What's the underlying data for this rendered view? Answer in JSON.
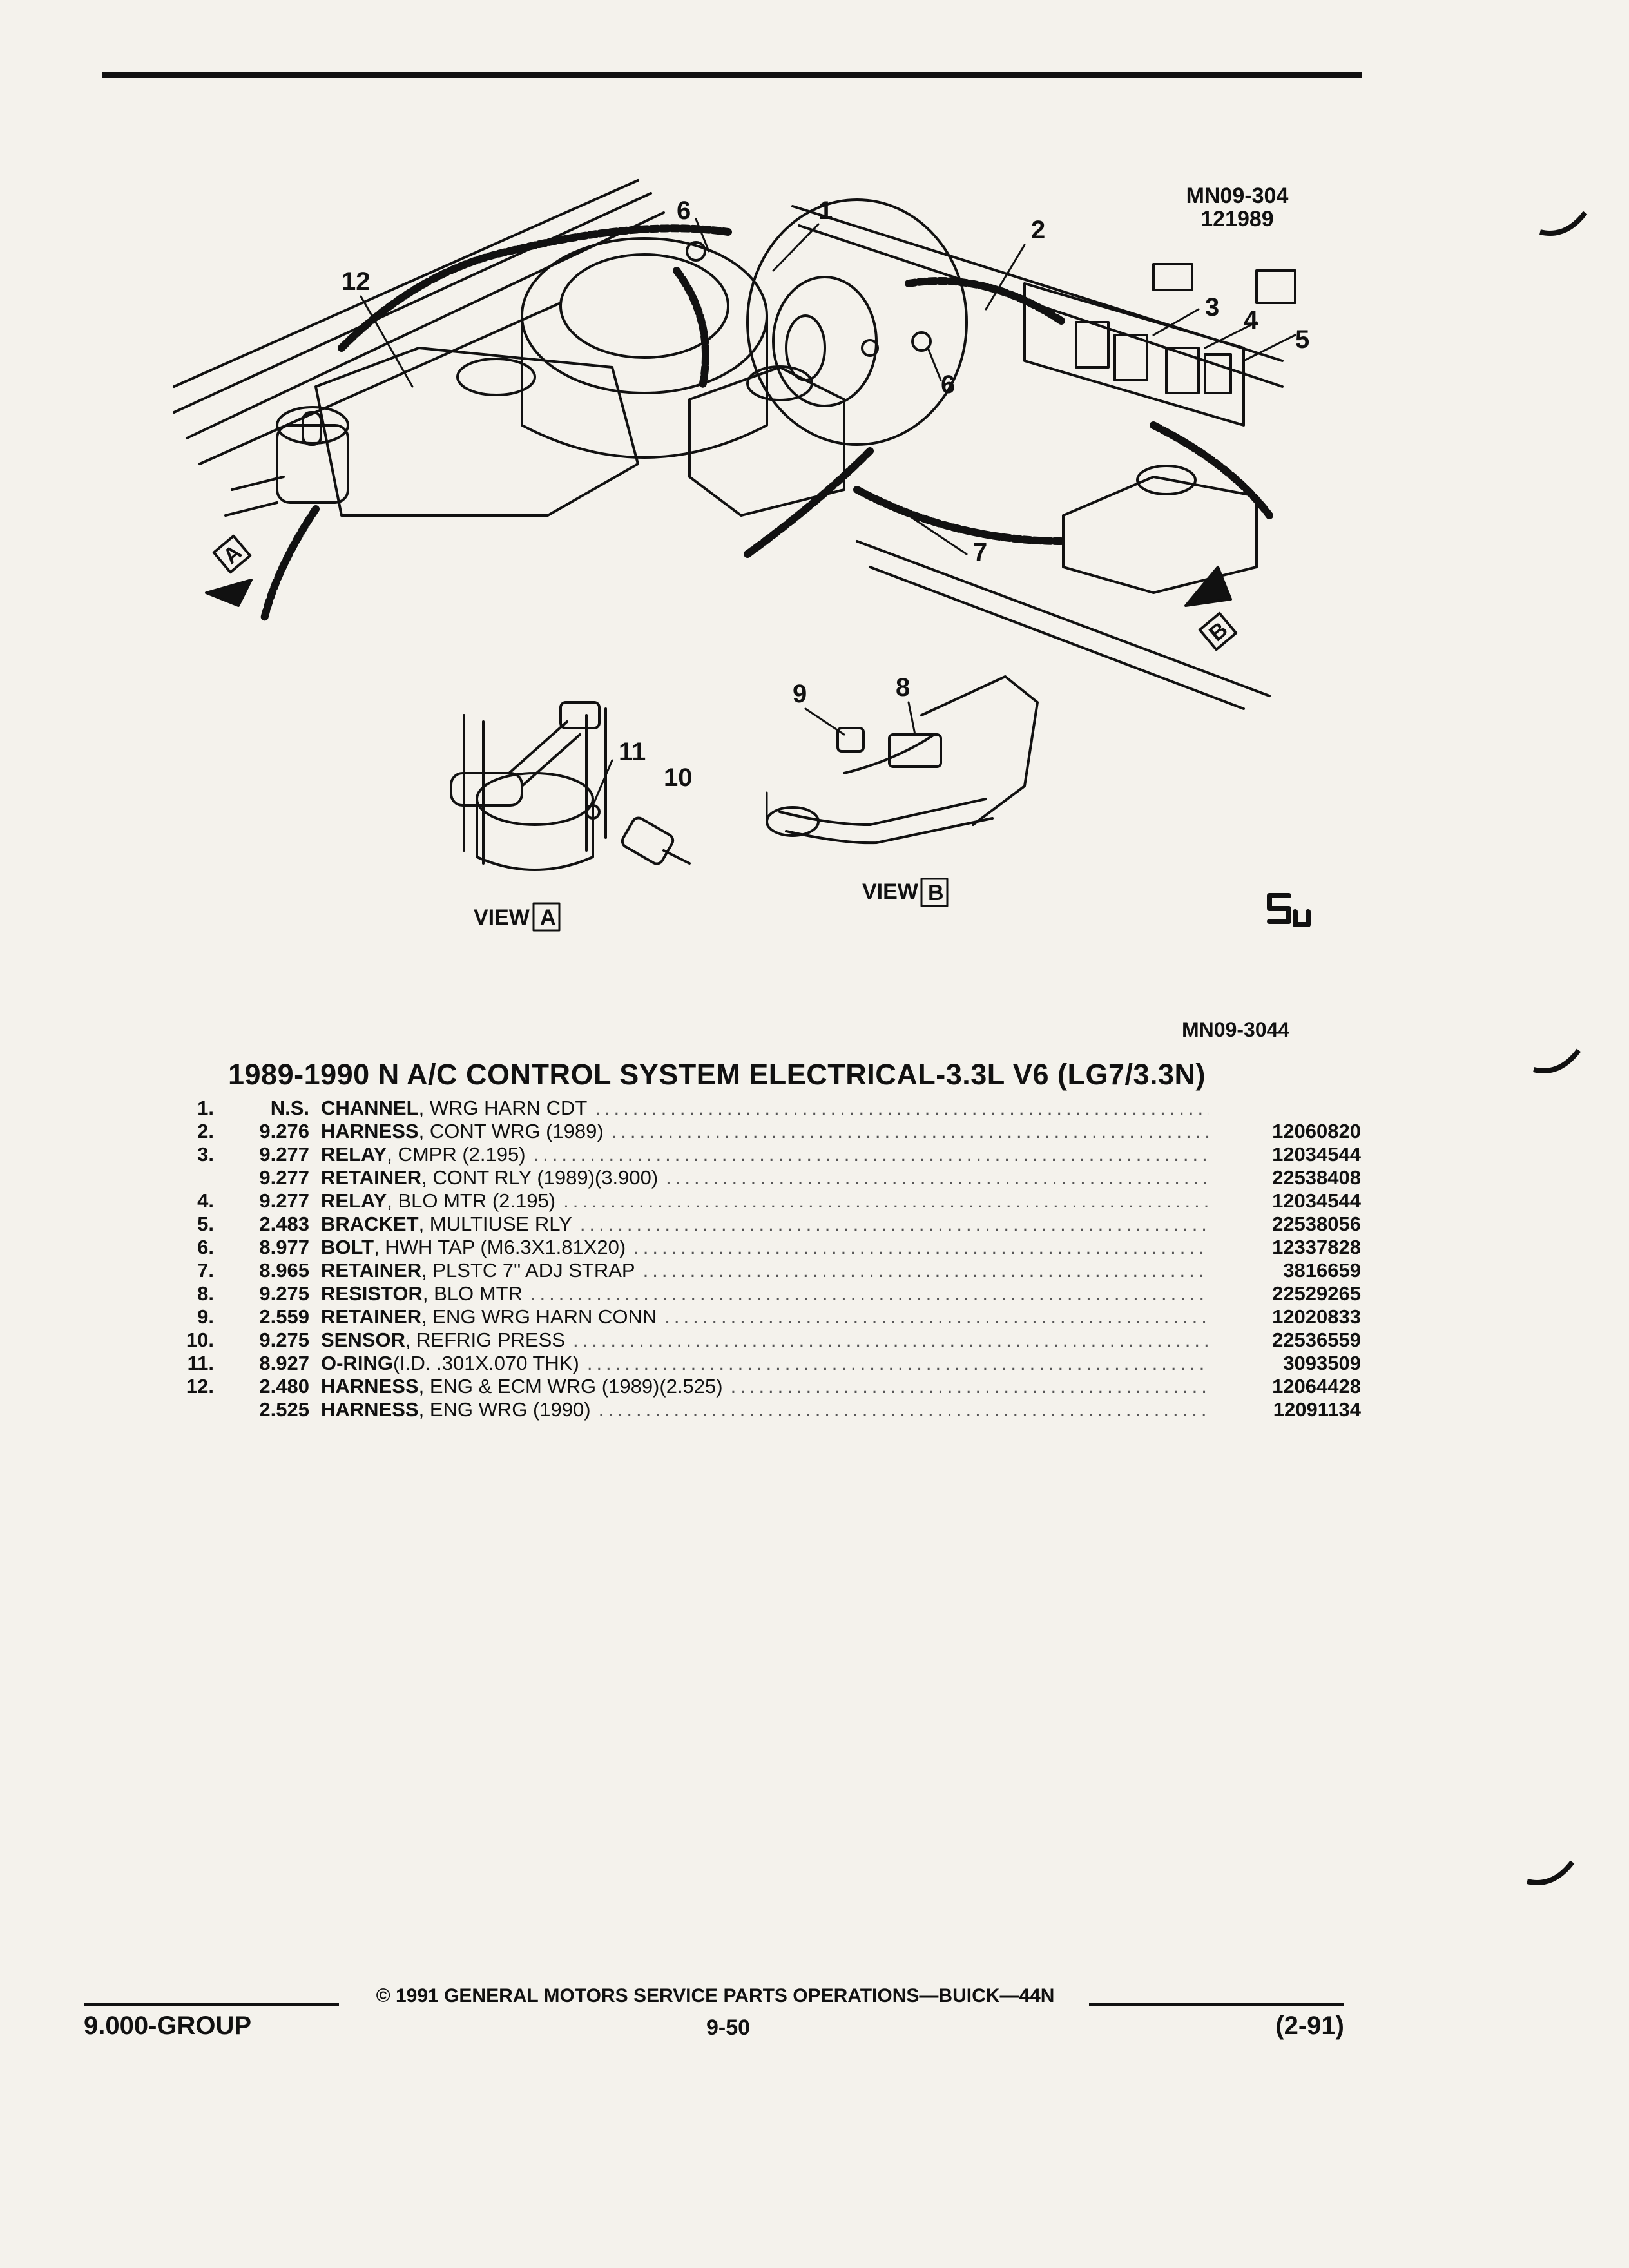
{
  "diagram": {
    "ref_top": [
      "MN09-304",
      "121989"
    ],
    "ref_mid": "MN09-3044",
    "view_a": "VIEW",
    "view_a_letter": "A",
    "view_b": "VIEW",
    "view_b_letter": "B",
    "arrow_a": "A",
    "arrow_b": "B",
    "callouts": [
      "1",
      "2",
      "3",
      "4",
      "5",
      "6",
      "6",
      "7",
      "8",
      "9",
      "10",
      "11",
      "12"
    ]
  },
  "title": "1989-1990 N A/C CONTROL SYSTEM ELECTRICAL-3.3L V6 (LG7/3.3N)",
  "parts": [
    {
      "num": "1.",
      "grp": "N.S.",
      "name": "CHANNEL",
      "desc": ", WRG HARN CDT",
      "pn": ""
    },
    {
      "num": "2.",
      "grp": "9.276",
      "name": "HARNESS",
      "desc": ", CONT WRG (1989)",
      "pn": "12060820"
    },
    {
      "num": "3.",
      "grp": "9.277",
      "name": "RELAY",
      "desc": ", CMPR (2.195)",
      "pn": "12034544"
    },
    {
      "num": "",
      "grp": "9.277",
      "name": "RETAINER",
      "desc": ", CONT RLY (1989)(3.900)",
      "pn": "22538408"
    },
    {
      "num": "4.",
      "grp": "9.277",
      "name": "RELAY",
      "desc": ", BLO MTR (2.195)",
      "pn": "12034544"
    },
    {
      "num": "5.",
      "grp": "2.483",
      "name": "BRACKET",
      "desc": ", MULTIUSE RLY",
      "pn": "22538056"
    },
    {
      "num": "6.",
      "grp": "8.977",
      "name": "BOLT",
      "desc": ", HWH TAP (M6.3X1.81X20)",
      "pn": "12337828"
    },
    {
      "num": "7.",
      "grp": "8.965",
      "name": "RETAINER",
      "desc": ", PLSTC 7\" ADJ STRAP",
      "pn": "3816659"
    },
    {
      "num": "8.",
      "grp": "9.275",
      "name": "RESISTOR",
      "desc": ", BLO MTR",
      "pn": "22529265"
    },
    {
      "num": "9.",
      "grp": "2.559",
      "name": "RETAINER",
      "desc": ", ENG WRG HARN CONN",
      "pn": "12020833"
    },
    {
      "num": "10.",
      "grp": "9.275",
      "name": "SENSOR",
      "desc": ", REFRIG PRESS",
      "pn": "22536559"
    },
    {
      "num": "11.",
      "grp": "8.927",
      "name": "O-RING",
      "desc": "(I.D. .301X.070 THK)",
      "pn": "3093509"
    },
    {
      "num": "12.",
      "grp": "2.480",
      "name": "HARNESS",
      "desc": ", ENG & ECM WRG (1989)(2.525)",
      "pn": "12064428"
    },
    {
      "num": "",
      "grp": "2.525",
      "name": "HARNESS",
      "desc": ", ENG WRG (1990)",
      "pn": "12091134"
    }
  ],
  "footer": {
    "copyright": "© 1991 GENERAL MOTORS SERVICE PARTS OPERATIONS—BUICK—44N",
    "group": "9.000-GROUP",
    "page": "9-50",
    "date": "(2-91)"
  }
}
